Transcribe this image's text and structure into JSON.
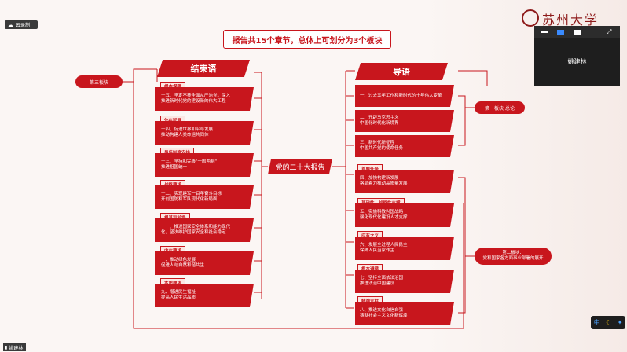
{
  "toolbar": {
    "cloud_label": "云录制"
  },
  "title": "报告共15个章节，总体上可划分为3个板块",
  "center": "党的二十大报告",
  "left_banner": "结束语",
  "right_banner": "导语",
  "sections": {
    "third": "第三板块",
    "first": "第一板块   总论",
    "second_line1": "第二板块：",
    "second_line2": "党和国家各方面事业部署的展开"
  },
  "left_items": [
    {
      "tag": "根本保障",
      "line1": "十五、坚定不移全面从严治党，深入",
      "line2": "推进新时代党的建设新的伟大工程"
    },
    {
      "tag": "外在延展",
      "line1": "十四、促进世界和平与发展",
      "line2": "推动构建人类命运共同体"
    },
    {
      "tag": "最佳制度安排",
      "line1": "十三、坚持和完善\"一国两制\"",
      "line2": "推进祖国统一"
    },
    {
      "tag": "战略要求",
      "line1": "十二、实现建军一百年奋斗目标",
      "line2": "开创国防和军队现代化新局面"
    },
    {
      "tag": "根基和前提",
      "line1": "十一、推进国家安全体系和能力现代",
      "line2": "化，坚决维护国家安全和社会稳定"
    },
    {
      "tag": "内在要求",
      "line1": "十、推动绿色发展",
      "line2": "促进人与自然和谐共生"
    },
    {
      "tag": "本质要求",
      "line1": "九、增进民生福祉",
      "line2": "提高人民生活品质"
    }
  ],
  "right_top_items": [
    {
      "line1": "一、过去五年工作和新时代的十年伟大变革",
      "line2": ""
    },
    {
      "line1": "二、开辟马克思主义",
      "line2": "中国化时代化新境界"
    },
    {
      "line1": "三、新时代新征程",
      "line2": "中国共产党的使命任务"
    }
  ],
  "right_items": [
    {
      "tag": "首要任务",
      "line1": "四、加快构建新发展",
      "line2": "格局着力推动高质量发展"
    },
    {
      "tag": "基础性、战略性支撑",
      "line1": "五、实施科教兴国战略",
      "line2": "强化现代化建设人才支撑"
    },
    {
      "tag": "应有之义",
      "line1": "六、发展全过程人民民主",
      "line2": "保障人民当家作主"
    },
    {
      "tag": "根本遵循",
      "line1": "七、坚持全面依法治国",
      "line2": "推进法治中国建设"
    },
    {
      "tag": "精神支柱",
      "line1": "八、推进文化自信自强",
      "line2": "铸就社会主义文化新辉煌"
    }
  ],
  "video": {
    "participant": "姚建林"
  },
  "logo_text": "苏州大学",
  "bottom": {
    "name": "姚建林"
  },
  "ime": {
    "label": "中"
  }
}
